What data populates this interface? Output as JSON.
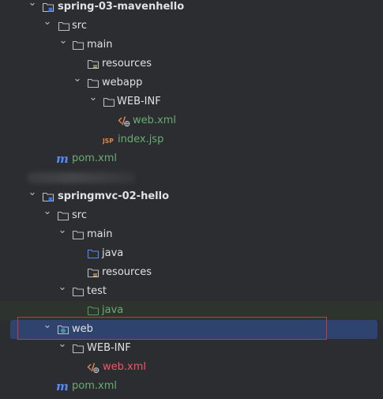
{
  "tree": {
    "nodes": [
      {
        "label": "spring-03-mavenhello",
        "icon": "module-folder-icon",
        "expanded": true,
        "bold": true
      },
      {
        "label": "src",
        "icon": "folder-icon",
        "expanded": true
      },
      {
        "label": "main",
        "icon": "folder-icon",
        "expanded": true
      },
      {
        "label": "resources",
        "icon": "resources-folder-icon"
      },
      {
        "label": "webapp",
        "icon": "folder-icon",
        "expanded": true
      },
      {
        "label": "WEB-INF",
        "icon": "folder-icon",
        "expanded": true
      },
      {
        "label": "web.xml",
        "icon": "web-xml-icon",
        "color": "#6aab73"
      },
      {
        "label": "index.jsp",
        "icon": "jsp-file-icon",
        "color": "#6aab73"
      },
      {
        "label": "pom.xml",
        "icon": "maven-pom-icon",
        "color": "#6aab73"
      },
      {
        "label": "",
        "icon": "",
        "blurred": true
      },
      {
        "label": "springmvc-02-hello",
        "icon": "module-folder-icon",
        "expanded": true,
        "bold": true
      },
      {
        "label": "src",
        "icon": "folder-icon",
        "expanded": true
      },
      {
        "label": "main",
        "icon": "folder-icon",
        "expanded": true
      },
      {
        "label": "java",
        "icon": "source-folder-icon"
      },
      {
        "label": "resources",
        "icon": "resources-folder-icon"
      },
      {
        "label": "test",
        "icon": "folder-icon",
        "expanded": true
      },
      {
        "label": "java",
        "icon": "test-source-folder-icon",
        "color": "#6aab73"
      },
      {
        "label": "web",
        "icon": "web-folder-icon",
        "expanded": true,
        "selected": true
      },
      {
        "label": "WEB-INF",
        "icon": "folder-icon",
        "expanded": true
      },
      {
        "label": "web.xml",
        "icon": "web-xml-icon",
        "color": "#f75464"
      },
      {
        "label": "pom.xml",
        "icon": "maven-pom-icon",
        "color": "#6aab73"
      }
    ]
  },
  "colors": {
    "background": "#2b2d30",
    "text": "#dfe1e5",
    "selection": "#2e436e",
    "highlight_box": "#d6323a",
    "green_text": "#6aab73",
    "red_text": "#f75464"
  }
}
